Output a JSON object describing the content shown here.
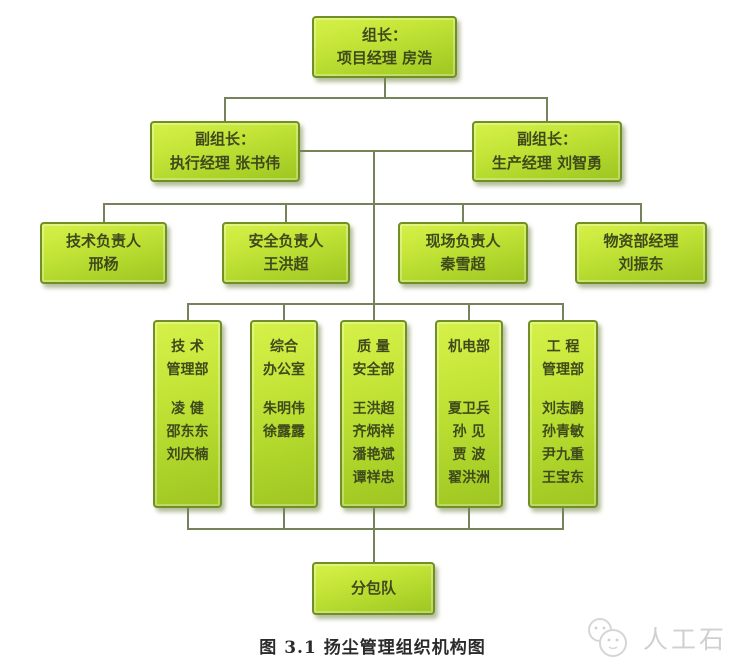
{
  "figure": {
    "caption": "图 3.1 扬尘管理组织机构图",
    "watermark_text": "人工石",
    "watermark_icon": "cat-face-icon"
  },
  "colors": {
    "box_gradient_top": "#d6f14a",
    "box_gradient_bottom": "#9fc522",
    "box_border": "#719022",
    "box_text": "#3f4a1c",
    "connector": "#75825a",
    "caption_text": "#2b2b2b",
    "watermark": "#d0d0d0"
  },
  "org_chart": {
    "level1": {
      "title": "组长：",
      "name": "项目经理 房浩"
    },
    "level2": [
      {
        "title": "副组长：",
        "name": "执行经理 张书伟"
      },
      {
        "title": "副组长：",
        "name": "生产经理 刘智勇"
      }
    ],
    "level3": [
      {
        "title": "技术负责人",
        "name": "邢杨"
      },
      {
        "title": "安全负责人",
        "name": "王洪超"
      },
      {
        "title": "现场负责人",
        "name": "秦雪超"
      },
      {
        "title": "物资部经理",
        "name": "刘振东"
      }
    ],
    "level4": [
      {
        "dept": "技 术\n管理部",
        "members": "凌 健\n邵东东\n刘庆楠"
      },
      {
        "dept": "综合\n办公室",
        "members": "朱明伟\n徐露露"
      },
      {
        "dept": "质 量\n安全部",
        "members": "王洪超\n齐炳祥\n潘艳斌\n谭祥忠"
      },
      {
        "dept": "机电部",
        "members": "夏卫兵\n孙 见\n贾 波\n翟洪洲"
      },
      {
        "dept": "工 程\n管理部",
        "members": "刘志鹏\n孙青敏\n尹九重\n王宝东"
      }
    ],
    "bottom": {
      "name": "分包队"
    }
  }
}
